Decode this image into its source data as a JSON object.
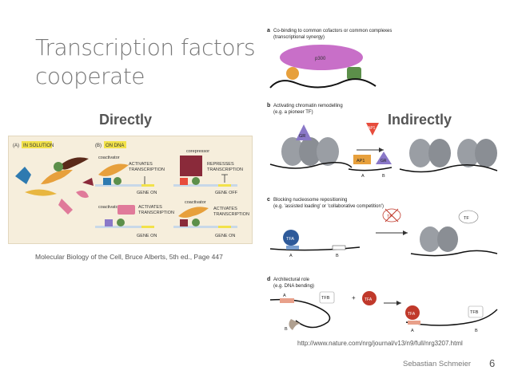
{
  "slide": {
    "title_line1": "Transcription factors",
    "title_line2": "cooperate",
    "label_directly": "Directly",
    "label_indirectly": "Indirectly",
    "citation_left": "Molecular Biology of the Cell, Bruce Alberts, 5th ed., Page 447",
    "citation_right": "http://www.nature.com/nrg/journal/v13/n9/full/nrg3207.html",
    "author": "Sebastian Schmeier",
    "page_number": "6"
  },
  "left_figure": {
    "panel_a_label": "(A)",
    "panel_a_title": "IN SOLUTION",
    "panel_b_label": "(B)",
    "panel_b_title": "ON DNA",
    "coactivator": "coactivator",
    "corepressor": "corepressor",
    "activates": "ACTIVATES",
    "represses": "REPRESSES",
    "transcription": "TRANSCRIPTION",
    "gene_on": "GENE ON",
    "gene_off": "GENE OFF"
  },
  "right_figure": {
    "a_letter": "a",
    "a_title": "Co-binding to common cofactors or common complexes",
    "a_subtitle": "(transcriptional synergy)",
    "a_p300": "p300",
    "b_letter": "b",
    "b_title": "Activating chromatin remodelling",
    "b_subtitle": "(e.g. a pioneer TF)",
    "b_gr": "GR",
    "b_ap1": "AP1",
    "b_site_a": "A",
    "b_site_b": "B",
    "c_letter": "c",
    "c_title": "Blocking nucleosome repositioning",
    "c_subtitle": "(e.g. 'assisted loading' or 'collaborative competition')",
    "c_tf": "TF",
    "c_tfa": "TFA",
    "c_site_a": "A",
    "c_site_b": "B",
    "d_letter": "d",
    "d_title": "Architectural role",
    "d_subtitle": "(e.g. DNA bending)",
    "d_tfb": "TFB",
    "d_tfa": "TFA",
    "d_site_a": "A",
    "d_site_b": "B",
    "plus": "+"
  },
  "colors": {
    "title_gray": "#777777",
    "figure_bg": "#f6eedc",
    "panel_highlight": "#f2e24a",
    "coactivator_orange": "#e7a03c",
    "corepressor_maroon": "#8a2a3a",
    "p300_magenta": "#c86fc8",
    "tf_green": "#5c8f4a",
    "tf_purple": "#8a78c8",
    "tfa_red": "#c0392b",
    "tf_blue": "#2e5a9a",
    "nucleosome_gray": "#9a9ea4"
  }
}
